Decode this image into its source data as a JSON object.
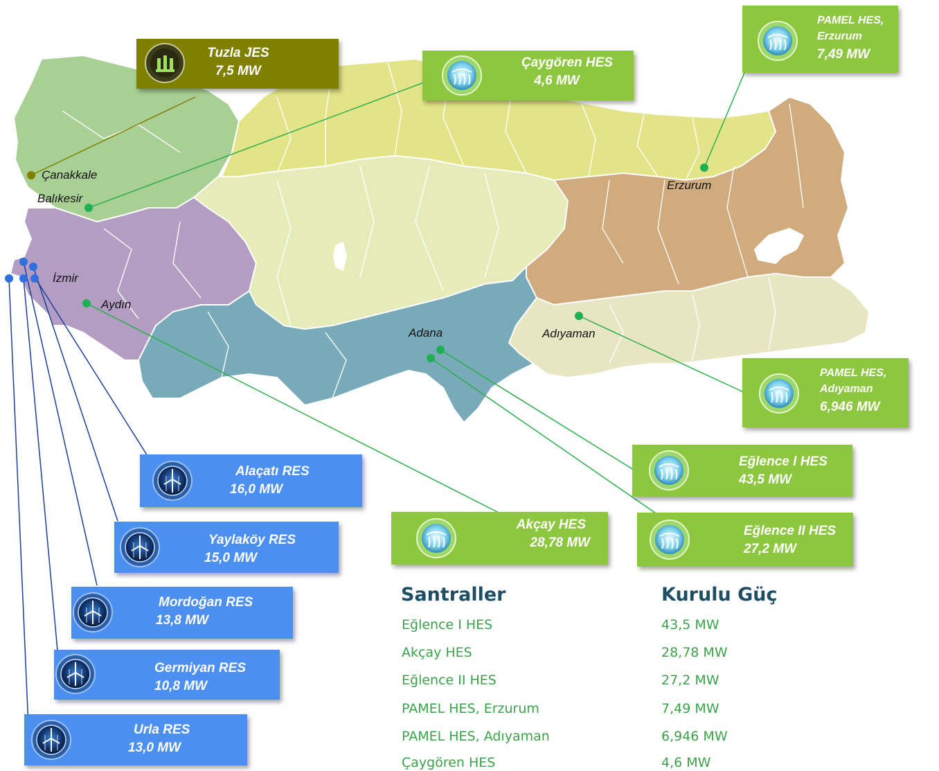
{
  "plants": {
    "tuzla": {
      "name": "Tuzla JES",
      "power": "7,5 MW"
    },
    "caygoren": {
      "name": "Çaygören HES",
      "power": "4,6 MW"
    },
    "pamel_erzurum": {
      "name_line1": "PAMEL HES,",
      "name_line2": "Erzurum",
      "power": "7,49 MW"
    },
    "pamel_adiyaman": {
      "name_line1": "PAMEL HES,",
      "name_line2": "Adıyaman",
      "power": "6,946 MW"
    },
    "eglence1": {
      "name": "Eğlence I HES",
      "power": "43,5 MW"
    },
    "eglence2": {
      "name": "Eğlence II HES",
      "power": "27,2 MW"
    },
    "akcay": {
      "name": "Akçay HES",
      "power": "28,78 MW"
    },
    "alacati": {
      "name": "Alaçatı RES",
      "power": "16,0 MW"
    },
    "yaylakoy": {
      "name": "Yaylaköy RES",
      "power": "15,0 MW"
    },
    "mordogan": {
      "name": "Mordoğan RES",
      "power": "13,8 MW"
    },
    "germiyan": {
      "name": "Germiyan RES",
      "power": "10,8 MW"
    },
    "urla": {
      "name": "Urla RES",
      "power": "13,0 MW"
    }
  },
  "cities": {
    "canakkale": "Çanakkale",
    "balikesir": "Balıkesir",
    "izmir": "İzmir",
    "aydin": "Aydın",
    "erzurum": "Erzurum",
    "adana": "Adana",
    "adiyaman": "Adıyaman"
  },
  "table": {
    "header_plants": "Santraller",
    "header_capacity": "Kurulu Güç",
    "rows": [
      {
        "plant": "Eğlence I HES",
        "capacity": "43,5 MW"
      },
      {
        "plant": "Akçay HES",
        "capacity": "28,78 MW"
      },
      {
        "plant": "Eğlence II HES",
        "capacity": "27,2 MW"
      },
      {
        "plant": "PAMEL HES, Erzurum",
        "capacity": "7,49 MW"
      },
      {
        "plant": "PAMEL HES, Adıyaman",
        "capacity": "6,946 MW"
      },
      {
        "plant": "Çaygören HES",
        "capacity": "4,6 MW"
      }
    ]
  },
  "colors": {
    "hes_card": "#8dc63f",
    "res_card": "#4b8ff0",
    "jes_card": "#808000",
    "table_header": "#1d4e63",
    "table_text": "#3ba24a"
  }
}
